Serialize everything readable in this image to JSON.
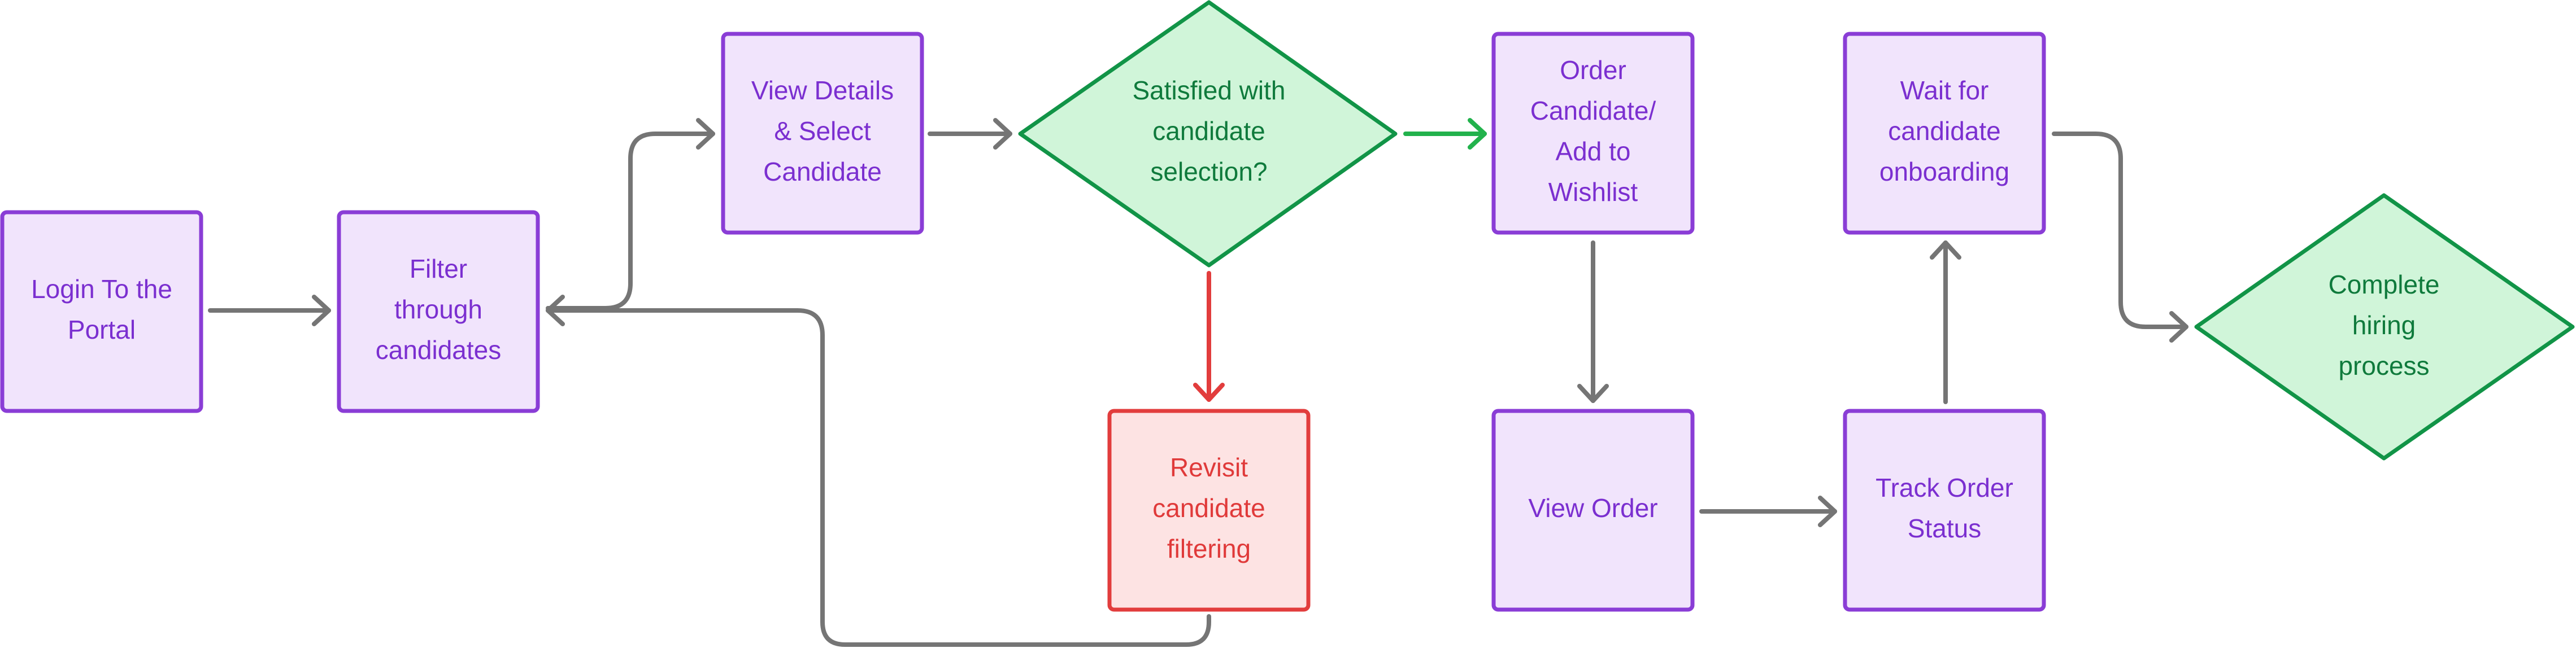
{
  "colors": {
    "box_fill": "#f1e4fc",
    "box_stroke": "#8a3dd6",
    "box_text": "#7b2fd0",
    "decision_fill": "#d0f5d9",
    "decision_stroke": "#119447",
    "decision_text": "#0f7a3c",
    "error_fill": "#fde3e3",
    "error_stroke": "#e23d3d",
    "error_text": "#e03a3a",
    "arrow_gray": "#757575",
    "arrow_green": "#22b24c",
    "arrow_red": "#e23d3d"
  },
  "nodes": {
    "login": {
      "lines": [
        "Login To the",
        "Portal"
      ]
    },
    "filter": {
      "lines": [
        "Filter",
        "through",
        "candidates"
      ]
    },
    "view_details": {
      "lines": [
        "View Details",
        "& Select",
        "Candidate"
      ]
    },
    "satisfied": {
      "lines": [
        "Satisfied with",
        "candidate",
        "selection?"
      ]
    },
    "revisit": {
      "lines": [
        "Revisit",
        "candidate",
        "filtering"
      ]
    },
    "order": {
      "lines": [
        "Order",
        "Candidate/",
        "Add to",
        "Wishlist"
      ]
    },
    "view_order": {
      "lines": [
        "View Order"
      ]
    },
    "track": {
      "lines": [
        "Track Order",
        "Status"
      ]
    },
    "wait": {
      "lines": [
        "Wait for",
        "candidate",
        "onboarding"
      ]
    },
    "complete": {
      "lines": [
        "Complete",
        "hiring",
        "process"
      ]
    }
  },
  "edges": [
    {
      "from": "login",
      "to": "filter",
      "style": "gray"
    },
    {
      "from": "filter",
      "to": "view_details",
      "style": "gray"
    },
    {
      "from": "view_details",
      "to": "satisfied",
      "style": "gray"
    },
    {
      "from": "satisfied",
      "to": "order",
      "style": "green"
    },
    {
      "from": "satisfied",
      "to": "revisit",
      "style": "red"
    },
    {
      "from": "revisit",
      "to": "filter",
      "style": "gray"
    },
    {
      "from": "order",
      "to": "view_order",
      "style": "gray"
    },
    {
      "from": "view_order",
      "to": "track",
      "style": "gray"
    },
    {
      "from": "track",
      "to": "wait",
      "style": "gray"
    },
    {
      "from": "wait",
      "to": "complete",
      "style": "gray"
    }
  ]
}
